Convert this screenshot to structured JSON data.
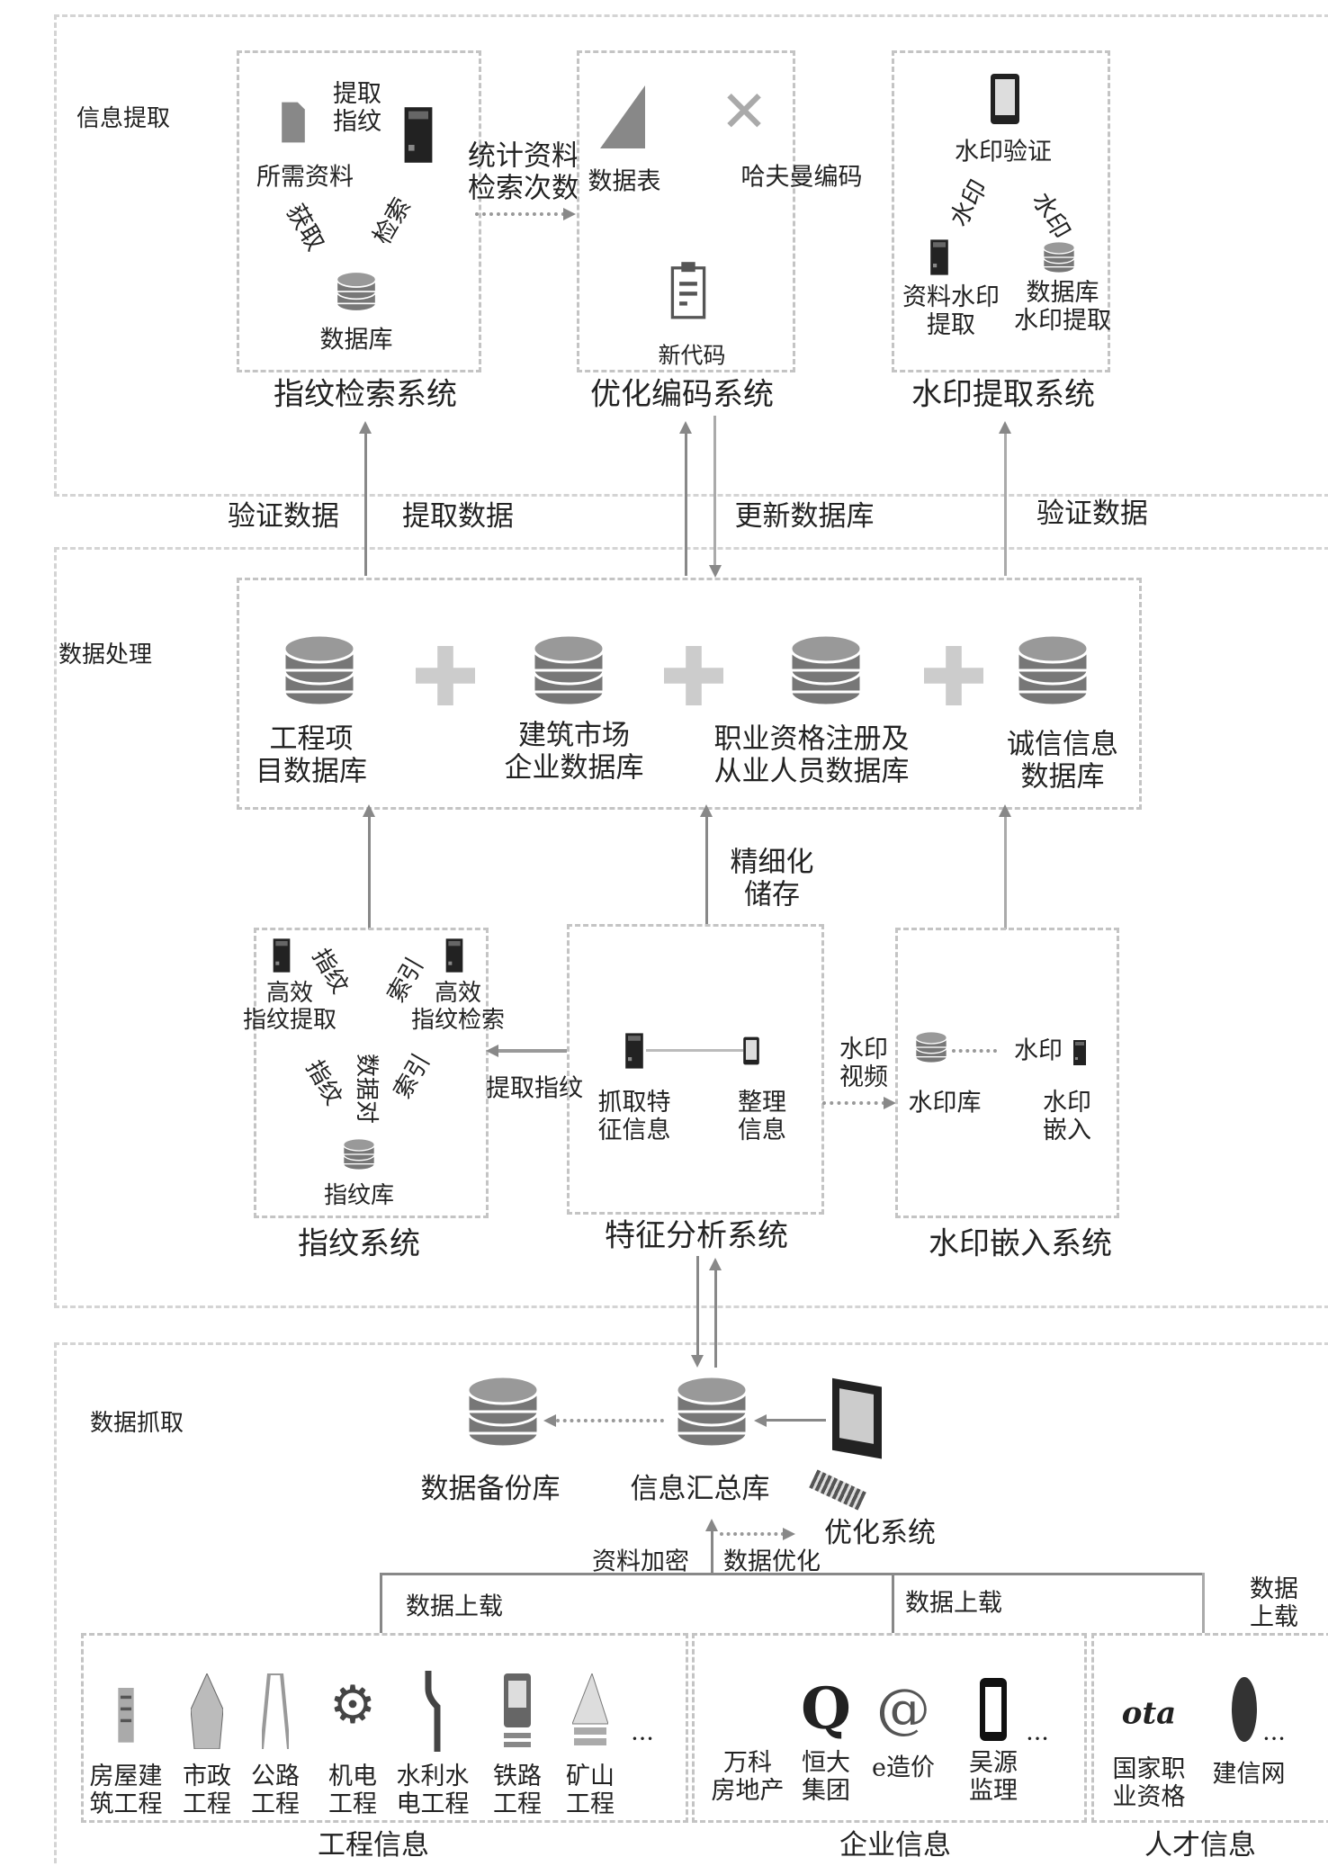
{
  "sections": {
    "extract": "信息提取",
    "process": "数据处理",
    "capture": "数据抓取"
  },
  "fp_retrieval": {
    "title": "指纹检索系统",
    "extract_fp": "提取\n指纹",
    "needed": "所需资料",
    "get": "获取",
    "search": "检索",
    "db": "数据库"
  },
  "stats_label": "统计资料\n检索次数",
  "opt_coding": {
    "title": "优化编码系统",
    "table": "数据表",
    "huffman": "哈夫曼编码",
    "newcode": "新代码"
  },
  "wm_extract": {
    "title": "水印提取系统",
    "verify": "水印验证",
    "wm_left": "水印",
    "wm_right": "水印",
    "doc_extract": "资料水印\n提取",
    "db_extract": "数据库\n水印提取"
  },
  "links": {
    "verify1": "验证数据",
    "extract": "提取数据",
    "update": "更新数据库",
    "verify2": "验证数据",
    "fine_store": "精细化\n储存",
    "extract_fp": "提取指纹",
    "wm_video": "水印\n视频"
  },
  "databases": [
    {
      "label": "工程项\n目数据库"
    },
    {
      "label": "建筑市场\n企业数据库"
    },
    {
      "label": "职业资格注册及\n从业人员数据库"
    },
    {
      "label": "诚信信息\n数据库"
    }
  ],
  "fp_system": {
    "title": "指纹系统",
    "eff_extract": "高效\n指纹提取",
    "eff_search": "高效\n指纹检索",
    "fp1": "指纹",
    "idx1": "索引",
    "fp2": "指纹",
    "pair": "数据对",
    "idx2": "索引",
    "lib": "指纹库"
  },
  "feature": {
    "title": "特征分析系统",
    "grab": "抓取特\n征信息",
    "organize": "整理\n信息"
  },
  "wm_embed": {
    "title": "水印嵌入系统",
    "lib": "水印库",
    "wm": "水印",
    "embed": "水印\n嵌入"
  },
  "capture": {
    "backup": "数据备份库",
    "summary": "信息汇总库",
    "optsys": "优化系统",
    "encrypt": "资料加密",
    "optimize": "数据优化",
    "upload1": "数据上载",
    "upload2": "数据上载",
    "upload3": "数据上载"
  },
  "groups": {
    "engineering": {
      "label": "工程信息",
      "items": [
        "房屋建\n筑工程",
        "市政\n工程",
        "公路\n工程",
        "机电\n工程",
        "水利水\n电工程",
        "铁路\n工程",
        "矿山\n工程"
      ],
      "more": "..."
    },
    "enterprise": {
      "label": "企业信息",
      "items": [
        "万科\n房地产",
        "恒大\n集团",
        "e造价",
        "吴源\n监理"
      ],
      "more": "..."
    },
    "talent": {
      "label": "人才信息",
      "items": [
        "国家职\n业资格",
        "建信网"
      ],
      "more": "..."
    }
  }
}
